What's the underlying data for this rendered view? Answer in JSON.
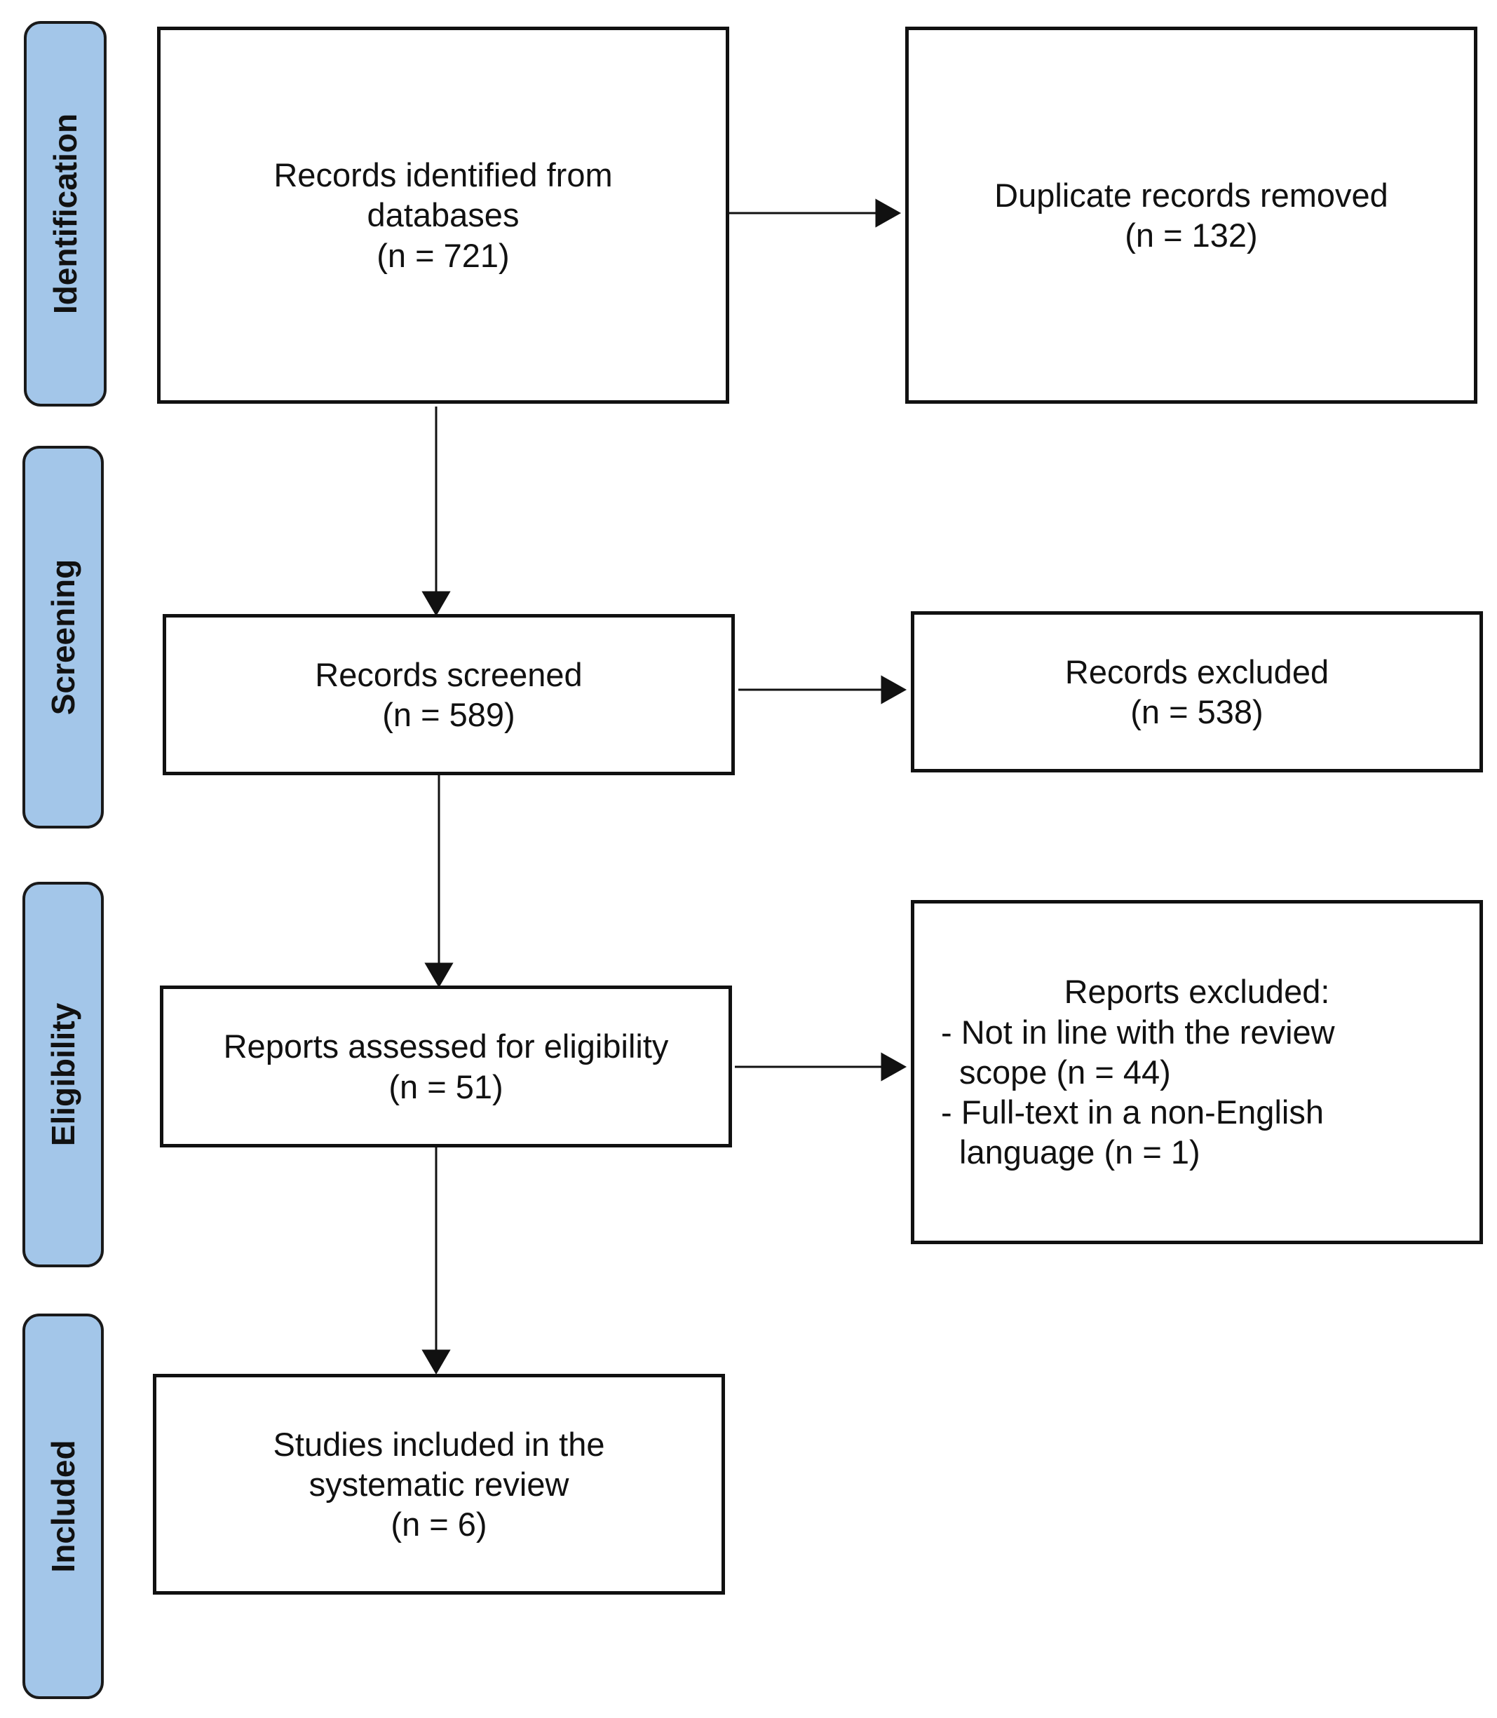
{
  "phases": {
    "identification": "Identification",
    "screening": "Screening",
    "eligibility": "Eligibility",
    "included": "Included"
  },
  "boxes": {
    "records_identified": {
      "line1": "Records identified from",
      "line2": "databases",
      "count": "(n = 721)"
    },
    "duplicates_removed": {
      "line1": "Duplicate records removed",
      "count": "(n = 132)"
    },
    "records_screened": {
      "line1": "Records screened",
      "count": "(n = 589)"
    },
    "records_excluded": {
      "line1": "Records excluded",
      "count": "(n = 538)"
    },
    "reports_assessed": {
      "line1": "Reports assessed for eligibility",
      "count": "(n = 51)"
    },
    "reports_excluded": {
      "heading": "Reports excluded:",
      "reason1_line1": "- Not in line with the review",
      "reason1_line2": "scope (n = 44)",
      "reason2_line1": "- Full-text in a non-English",
      "reason2_line2": "language (n = 1)"
    },
    "studies_included": {
      "line1": "Studies included in the",
      "line2": "systematic review",
      "count": "(n = 6)"
    }
  },
  "colors": {
    "phase_fill": "#a3c6e9",
    "border": "#111111"
  }
}
